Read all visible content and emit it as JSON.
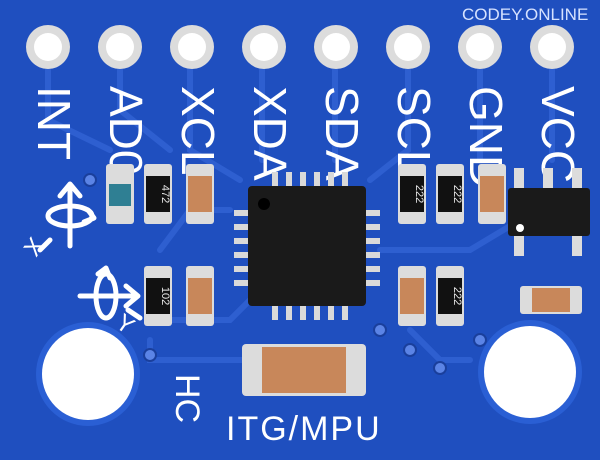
{
  "watermark": "CODEY.ONLINE",
  "pins": [
    {
      "label": "INT"
    },
    {
      "label": "AD0"
    },
    {
      "label": "XCL"
    },
    {
      "label": "XDA"
    },
    {
      "label": "SDA"
    },
    {
      "label": "SCL"
    },
    {
      "label": "GND"
    },
    {
      "label": "VCC"
    }
  ],
  "resistor_codes": {
    "r1": "472",
    "r2": "222",
    "r3": "222",
    "r4": "102",
    "r5": "222"
  },
  "axes": {
    "x_label": "X",
    "y_label": "Y"
  },
  "silkscreen": {
    "maker": "HC",
    "product": "ITG/MPU"
  },
  "colors": {
    "board": "#1f4fbf",
    "trace": "#2a5fd4",
    "pad": "#d9d9d9",
    "chip": "#1a1a1a",
    "capacitor": "#c8875a",
    "resistor": "#111111"
  }
}
